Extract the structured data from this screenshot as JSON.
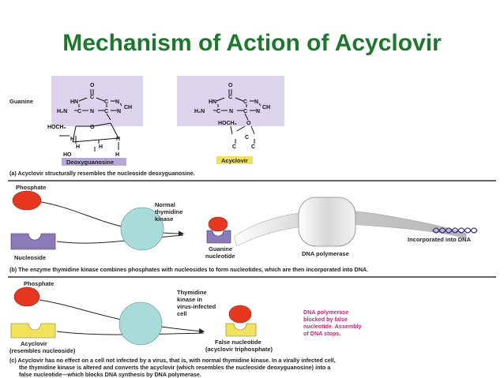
{
  "title": "Mechanism of Action of Acyclovir",
  "colors": {
    "title": "#1b7a2a",
    "phosphate": "#e8371f",
    "nucleoside": "#8b7bb8",
    "acyclovir": "#f2e25a",
    "enzyme": "#a7dcd8",
    "structure_bg": "#dcd4ec",
    "dna": "#3a2f8f",
    "blocked": "#d61f7a"
  },
  "panel_a": {
    "guanine_label": "Guanine",
    "deoxy_label": "Deoxyguanosine",
    "acyclovir_label": "Acyclovir",
    "caption": "(a)  Acyclovir structurally resembles the nucleoside deoxyguanosine.",
    "atoms": {
      "o": "O",
      "c": "C",
      "n": "N",
      "hn": "HN",
      "ch": "CH",
      "h2n": "H₂N",
      "hoch2": "HOCH₂",
      "h": "H",
      "ho": "HO"
    }
  },
  "panel_b": {
    "phosphate": "Phosphate",
    "nucleoside": "Nucleoside",
    "enzyme": [
      "Normal",
      "thymidine",
      "kinase"
    ],
    "nucleotide": [
      "Guanine",
      "nucleotide"
    ],
    "polymerase": "DNA polymerase",
    "incorporated": "Incorporated into DNA",
    "caption": "(b)  The enzyme thymidine kinase combines phosphates with nucleosides to form nucleotides, which are then incorporated into DNA."
  },
  "panel_c": {
    "phosphate": "Phosphate",
    "acyclovir": [
      "Acyclovir",
      "(resembles nucleoside)"
    ],
    "enzyme": [
      "Thymidine",
      "kinase in",
      "virus-infected",
      "cell"
    ],
    "false_nucleotide": [
      "False nucleotide",
      "(acyclovir triphosphate)"
    ],
    "blocked": [
      "DNA polymerase",
      "blocked by false",
      "nucleotide. Assembly",
      "of DNA stops."
    ],
    "caption": [
      "(c)  Acyclovir has no effect on a cell not infected by a virus, that is, with normal thymidine kinase. In a virally infected cell,",
      "the thymidine kinase is altered and converts the acyclovir (which resembles the nucleoside deoxyguanosine) into a",
      "false nucleotide—which blocks DNA synthesis by DNA polymerase."
    ]
  }
}
